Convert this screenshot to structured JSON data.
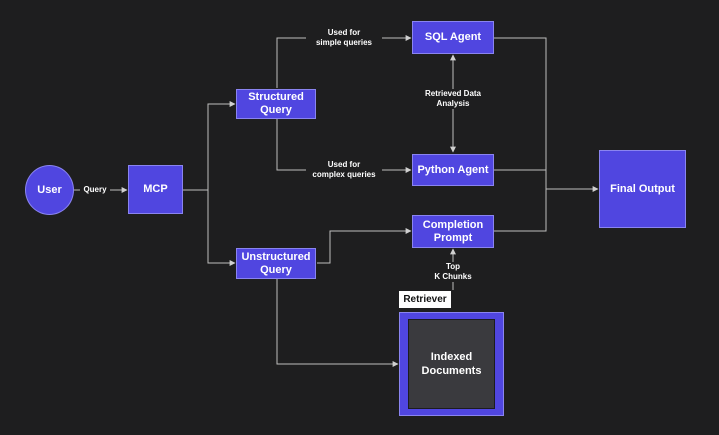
{
  "nodes": {
    "user": "User",
    "mcp": "MCP",
    "structured_query": "Structured\nQuery",
    "unstructured_query": "Unstructured\nQuery",
    "sql_agent": "SQL Agent",
    "python_agent": "Python Agent",
    "completion_prompt": "Completion\nPrompt",
    "final_output": "Final Output",
    "retriever": "Retriever",
    "indexed_documents": "Indexed\nDocuments"
  },
  "edge_labels": {
    "query": "Query",
    "simple": "Used for\nsimple queries",
    "complex": "Used for\ncomplex queries",
    "retrieved": "Retrieved Data\nAnalysis",
    "topk": "Top\nK Chunks"
  },
  "colors": {
    "background": "#1e1e1f",
    "node_fill": "#5046e0",
    "edge": "#c8c8c8"
  }
}
